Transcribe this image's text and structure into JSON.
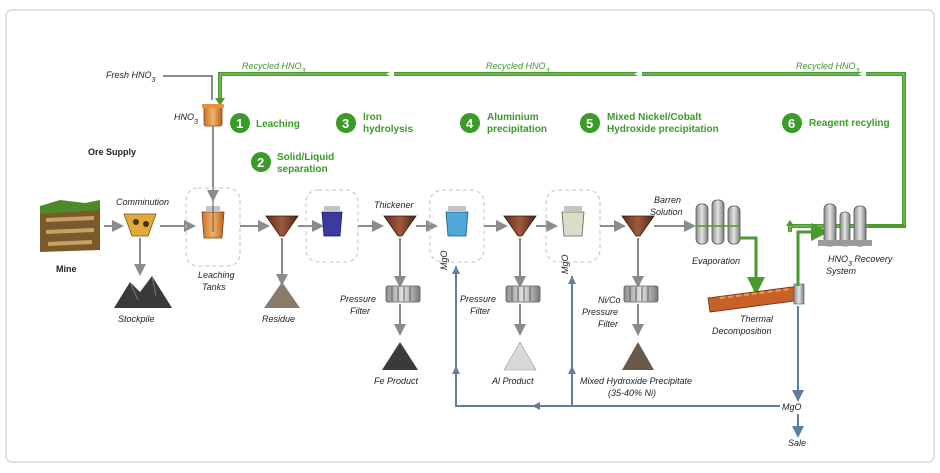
{
  "colors": {
    "green": "#4a9a2e",
    "grey_flow": "#8b8b8b",
    "blue_flow": "#5f7fa0",
    "step_green": "#3b9a2a",
    "dashed": "#b9c4cc"
  },
  "inputs": {
    "fresh_hno3": "Fresh HNO",
    "hno3": "HNO",
    "ore_supply": "Ore Supply",
    "mine": "Mine",
    "comminution": "Comminution",
    "stockpile": "Stockpile",
    "leaching_tanks_1": "Leaching",
    "leaching_tanks_2": "Tanks",
    "residue": "Residue"
  },
  "recycled": {
    "label": "Recycled HNO"
  },
  "steps": [
    {
      "num": "1",
      "line1": "Leaching",
      "line2": ""
    },
    {
      "num": "2",
      "line1": "Solid/Liquid",
      "line2": "separation"
    },
    {
      "num": "3",
      "line1": "Iron",
      "line2": "hydrolysis"
    },
    {
      "num": "4",
      "line1": "Aluminium",
      "line2": "precipitation"
    },
    {
      "num": "5",
      "line1": "Mixed Nickel/Cobalt",
      "line2": "Hydroxide precipitation"
    },
    {
      "num": "6",
      "line1": "Reagent recyling",
      "line2": ""
    }
  ],
  "units": {
    "thickener": "Thickener",
    "pressure_filter_1": "Pressure",
    "pressure_filter_2": "Filter",
    "fe_product": "Fe Product",
    "al_product": "Al Product",
    "mgo": "MgO",
    "barren_1": "Barren",
    "barren_2": "Solution",
    "evaporation": "Evaporation",
    "nico_1": "Ni/Co",
    "nico_2": "Pressure",
    "nico_3": "Filter",
    "mhp_1": "Mixed Hydroxide Precipitate",
    "mhp_2": "(35-40% Ni)",
    "thermal_1": "Thermal",
    "thermal_2": "Decomposition",
    "recovery_1": "HNO",
    "recovery_1b": " Recovery",
    "recovery_2": "System",
    "mgo_out": "MgO",
    "sale": "Sale",
    "sub3": "3"
  }
}
